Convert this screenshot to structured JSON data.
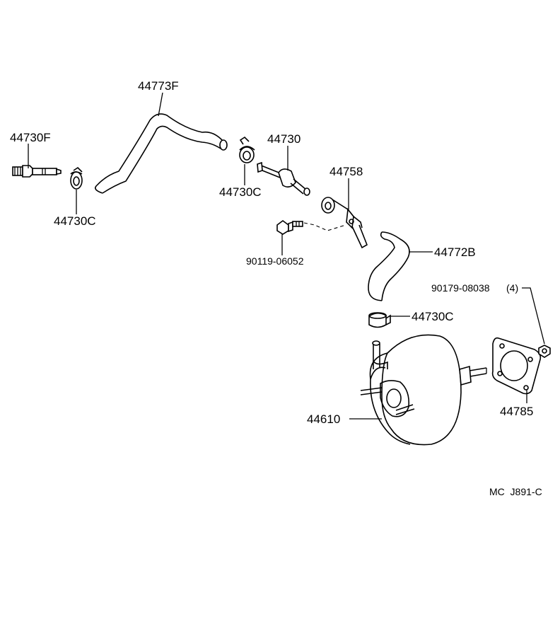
{
  "parts": {
    "p_44773F": "44773F",
    "p_44730F": "44730F",
    "p_44730C_a": "44730C",
    "p_44730C_b": "44730C",
    "p_44730": "44730",
    "p_44758": "44758",
    "p_90119": "90119-06052",
    "p_44772B": "44772B",
    "p_90179": "90179-08038",
    "p_90179_qty": "(4)",
    "p_44730C_c": "44730C",
    "p_44610": "44610",
    "p_44785": "44785"
  },
  "footer": {
    "code": "MC  J891-C"
  }
}
